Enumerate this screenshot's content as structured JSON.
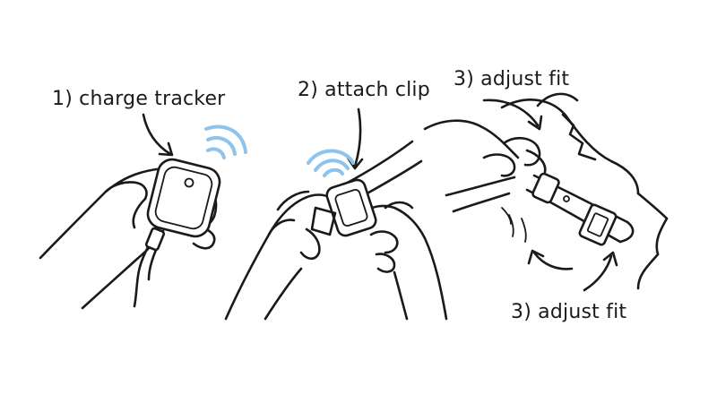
{
  "steps": [
    {
      "label": "1) charge tracker"
    },
    {
      "label": "2) attach clip"
    },
    {
      "label": "3) adjust fit"
    },
    {
      "label": "3) adjust fit"
    }
  ],
  "colors": {
    "ink": "#1a1a1a",
    "signal": "#8ec3ec",
    "background": "#ffffff"
  },
  "icons": {
    "signal": "wifi-signal-icon"
  }
}
